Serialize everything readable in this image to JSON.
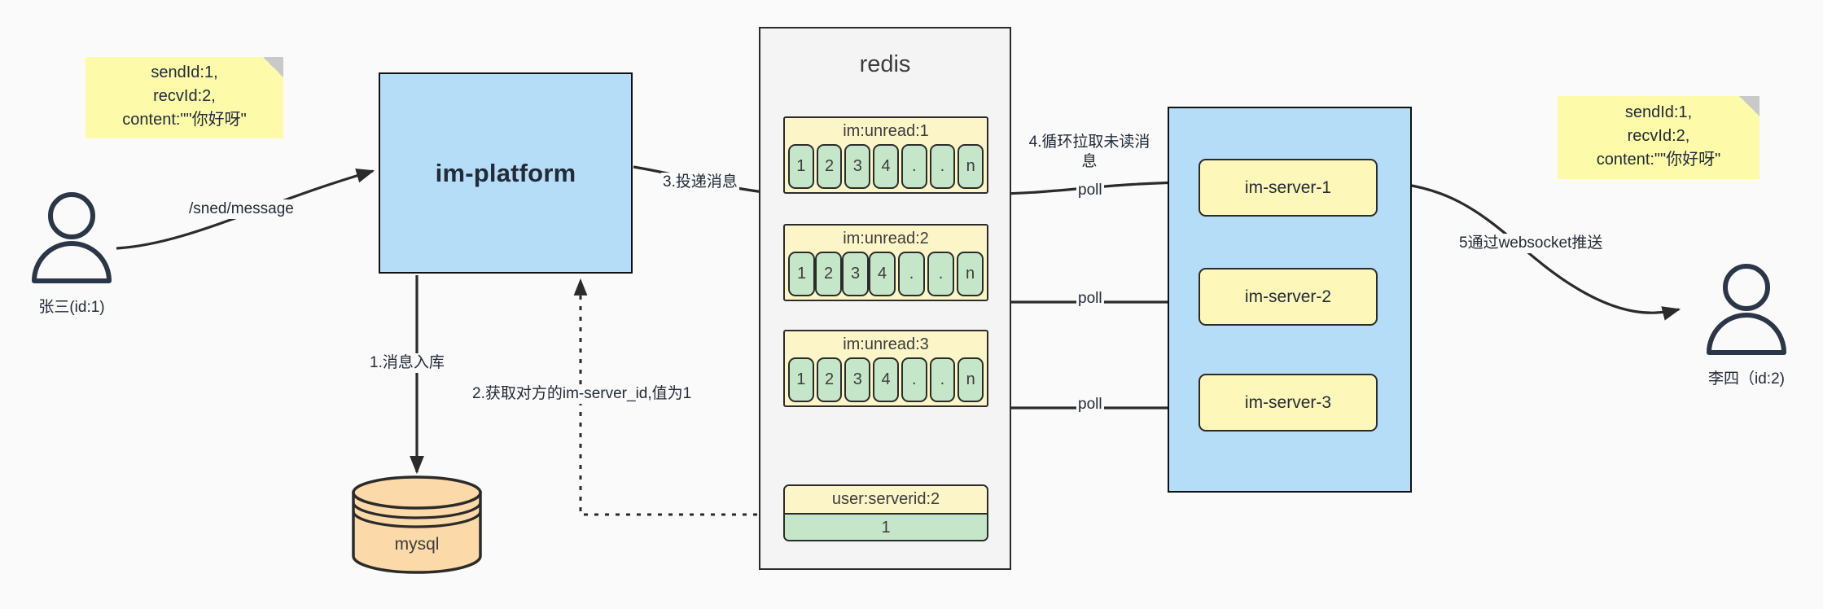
{
  "diagram": {
    "title": "IM message delivery architecture",
    "colors": {
      "background": "#fafafa",
      "note": "#fdfbaa",
      "blue": "#b6ddf7",
      "yellow": "#fcf5c7",
      "green": "#c6e6c9",
      "server": "#fdf7b9",
      "db": "#fcd9a8",
      "stroke": "#2b2b2b"
    }
  },
  "notes": {
    "left": "sendId:1,\nrecvId:2,\ncontent:\"\"你好呀\"",
    "right": "sendId:1,\nrecvId:2,\ncontent:\"\"你好呀\""
  },
  "actors": {
    "sender": {
      "label": "张三(id:1)",
      "icon": "user-icon"
    },
    "receiver": {
      "label": "李四（id:2)",
      "icon": "user-icon"
    }
  },
  "platform": {
    "label": "im-platform"
  },
  "database": {
    "label": "mysql"
  },
  "redis": {
    "title": "redis",
    "queues": [
      {
        "key": "im:unread:1",
        "cells": [
          "1",
          "2",
          "3",
          "4",
          ".",
          ".",
          "n"
        ]
      },
      {
        "key": "im:unread:2",
        "cells": [
          "1",
          "2",
          "3",
          "4",
          ".",
          ".",
          "n"
        ]
      },
      {
        "key": "im:unread:3",
        "cells": [
          "1",
          "2",
          "3",
          "4",
          ".",
          ".",
          "n"
        ]
      }
    ],
    "kv": {
      "key": "user:serverid:2",
      "value": "1"
    }
  },
  "servers": {
    "items": [
      {
        "label": "im-server-1"
      },
      {
        "label": "im-server-2"
      },
      {
        "label": "im-server-3"
      }
    ]
  },
  "edge_labels": {
    "send_message": "/sned/message",
    "step1": "1.消息入库",
    "step2": "2.获取对方的im-server_id,值为1",
    "step3": "3.投递消息",
    "step4": "4.循环拉取未读消\n息",
    "step5": "5通过websocket推送",
    "poll1": "poll",
    "poll2": "poll",
    "poll3": "poll"
  }
}
